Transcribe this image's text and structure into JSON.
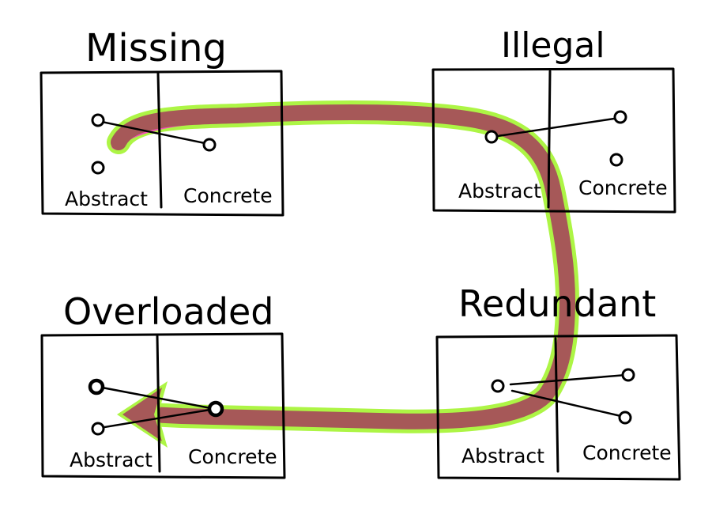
{
  "colors": {
    "arrow_fill": "#a65858",
    "arrow_glow": "#adf545",
    "arrow_glow_accent": "#f04fb6",
    "ink": "#000000",
    "background": "#ffffff"
  },
  "panels": {
    "missing": {
      "title": "Missing",
      "left_label": "Abstract",
      "right_label": "Concrete"
    },
    "illegal": {
      "title": "Illegal",
      "left_label": "Abstract",
      "right_label": "Concrete"
    },
    "redundant": {
      "title": "Redundant",
      "left_label": "Abstract",
      "right_label": "Concrete"
    },
    "overloaded": {
      "title": "Overloaded",
      "left_label": "Abstract",
      "right_label": "Concrete"
    }
  },
  "flow_order": [
    "Missing",
    "Illegal",
    "Redundant",
    "Overloaded"
  ]
}
